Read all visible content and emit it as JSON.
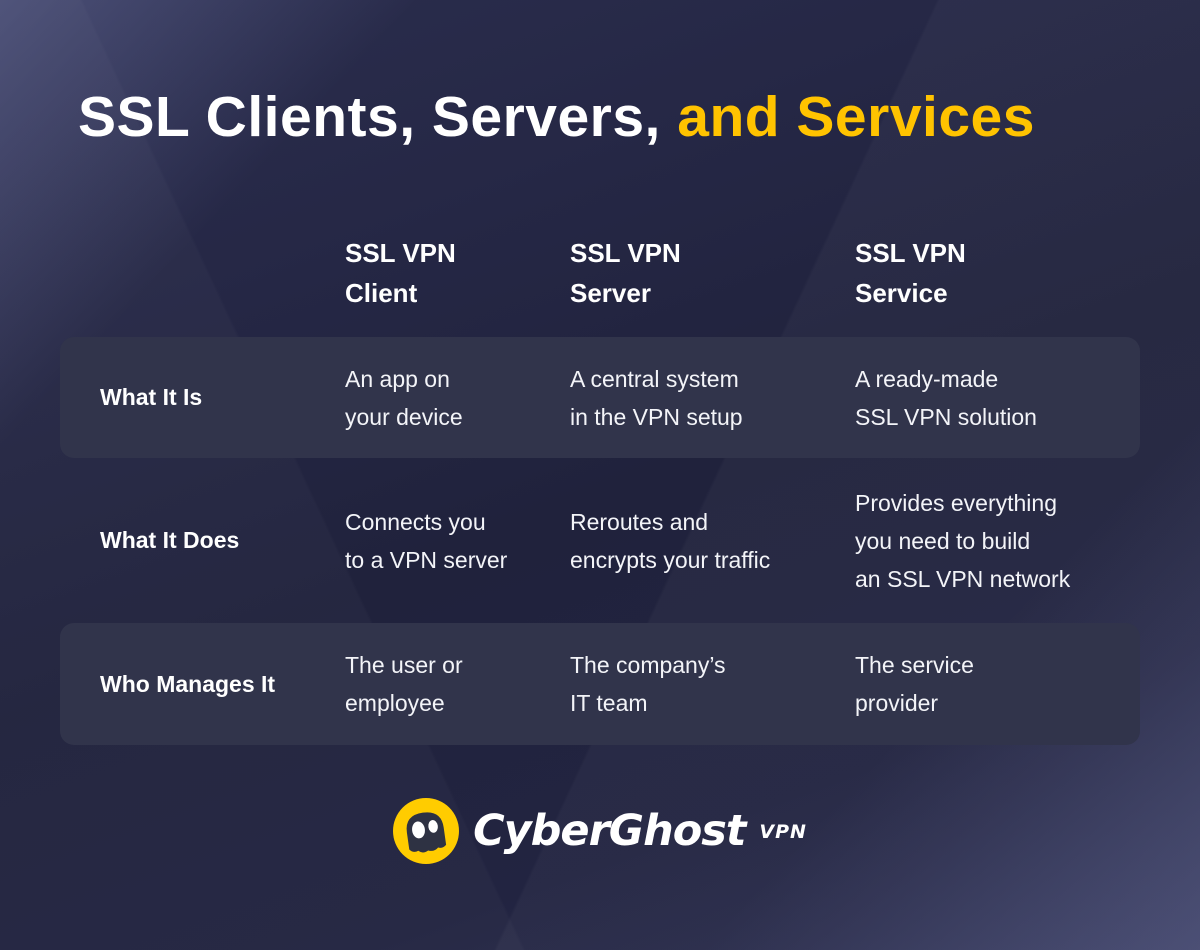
{
  "page": {
    "title_white": "SSL Clients, Servers,",
    "title_yellow": " and Services"
  },
  "table": {
    "columns": [
      {
        "line1": "SSL VPN",
        "line2": "Client"
      },
      {
        "line1": "SSL VPN",
        "line2": "Server"
      },
      {
        "line1": "SSL VPN",
        "line2": "Service"
      }
    ],
    "rows": [
      {
        "label": "What It Is",
        "cells": [
          [
            "An app on",
            "your device"
          ],
          [
            "A central system",
            "in the VPN setup"
          ],
          [
            "A ready-made",
            "SSL VPN solution"
          ]
        ]
      },
      {
        "label": "What It Does",
        "cells": [
          [
            "Connects you",
            "to a VPN server"
          ],
          [
            "Reroutes and",
            "encrypts your traffic"
          ],
          [
            "Provides everything",
            "you need to build",
            "an SSL VPN network"
          ]
        ]
      },
      {
        "label": "Who Manages It",
        "cells": [
          [
            "The user or",
            "employee"
          ],
          [
            "The company’s",
            "IT team"
          ],
          [
            "The service",
            "provider"
          ]
        ]
      }
    ]
  },
  "footer": {
    "brand": "CyberGhost",
    "brand_suffix": "VPN",
    "icon": "cyberghost-ghost-icon"
  },
  "colors": {
    "accent_yellow": "#FFC300",
    "logo_yellow": "#FFCC00",
    "background_navy": "#20223C",
    "row_panel": "#31344B"
  }
}
